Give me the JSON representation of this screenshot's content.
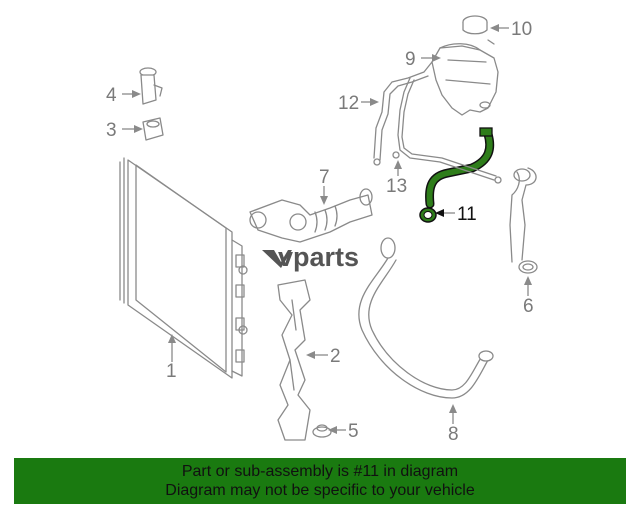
{
  "diagram": {
    "callouts": {
      "c1": "1",
      "c2": "2",
      "c3": "3",
      "c4": "4",
      "c5": "5",
      "c6": "6",
      "c7": "7",
      "c8": "8",
      "c9": "9",
      "c10": "10",
      "c11": "11",
      "c12": "12",
      "c13": "13"
    },
    "highlighted_part": "11",
    "highlight_color": "#2e7d1a",
    "watermark": "vparts"
  },
  "banner": {
    "line1": "Part or sub-assembly is #11 in diagram",
    "line2": "Diagram may not be specific to your vehicle",
    "background": "#1a7a10"
  }
}
